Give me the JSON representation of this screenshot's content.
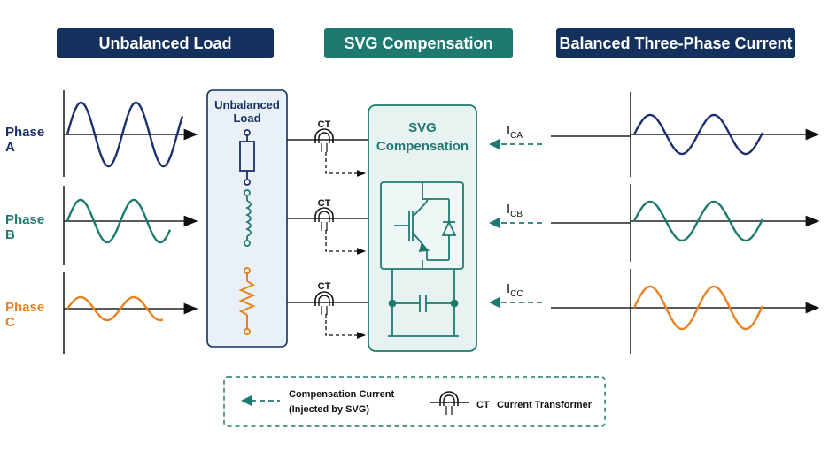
{
  "headers": {
    "unbalanced_load": "Unbalanced Load",
    "svg_compensation": "SVG Compensation",
    "balanced": "Balanced Three-Phase Current"
  },
  "phases": [
    {
      "label": "Phase A",
      "color": "#1d2f6e"
    },
    {
      "label": "Phase B",
      "color": "#1e7a70"
    },
    {
      "label": "Phase C",
      "color": "#e8821e"
    }
  ],
  "load_box": {
    "title_line1": "Unbalanced",
    "title_line2": "Load"
  },
  "ct_label": "CT",
  "svg_box": {
    "title_line1": "SVG",
    "title_line2": "Compensation"
  },
  "currents": {
    "a_main": "I",
    "a_sub": "CA",
    "b_main": "I",
    "b_sub": "CB",
    "c_main": "I",
    "c_sub": "CC"
  },
  "legend": {
    "comp_line1": "Compensation Current",
    "comp_line2": "(Injected by SVG)",
    "ct_abbr": "CT",
    "ct_full": "Current Transformer"
  },
  "colors": {
    "navy": "#14305c",
    "teal": "#1e7a70",
    "orange": "#e8821e",
    "box_bg": "#e9f0f8",
    "svg_bg": "#e6f3f0"
  }
}
